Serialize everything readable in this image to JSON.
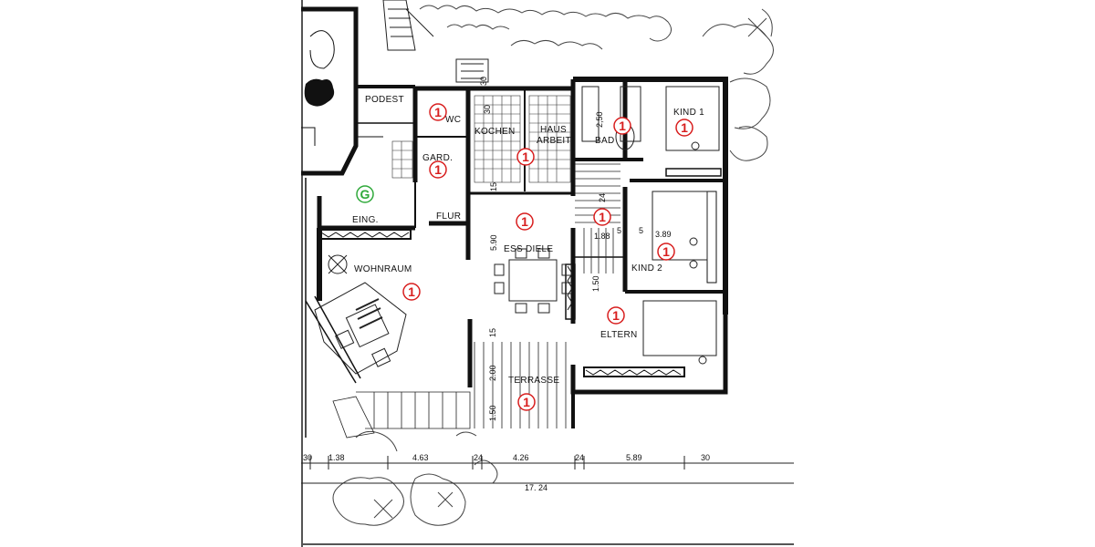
{
  "rooms": {
    "podest": "PODEST",
    "wc": "WC",
    "kochen": "KOCHEN",
    "haus_arbeit_1": "HAUS",
    "haus_arbeit_2": "ARBEIT",
    "bad": "BAD",
    "kind1": "KIND 1",
    "gard": "GARD.",
    "eing": "EING.",
    "flur": "FLUR",
    "ess_diele": "ESS DIELE",
    "kind2": "KIND 2",
    "wohnraum": "WOHNRAUM",
    "eltern": "ELTERN",
    "terrasse": "TERRASSE"
  },
  "markers": {
    "floor_number": "1",
    "entrance_letter": "G",
    "floor_color": "#d81e1e",
    "entrance_color": "#2fa93a"
  },
  "dimensions": {
    "d_30_top": "30",
    "d_30_left": "30",
    "d_250": "2,50",
    "d_15_kochen": "15",
    "d_24_vert": "24",
    "d_590": "5.90",
    "d_188": "1.88",
    "d_5a": "5",
    "d_5b": "5",
    "d_389": "3.89",
    "d_150_mid": "1.50",
    "d_15_mid": "15",
    "d_200": "2.00",
    "d_150_terr": "1.50",
    "b_30": "30",
    "b_138": "1.38",
    "b_463": "4.63",
    "b_24a": "24",
    "b_426": "4.26",
    "b_24b": "24",
    "b_589": "5.89",
    "b_30r": "30",
    "total": "17. 24"
  }
}
